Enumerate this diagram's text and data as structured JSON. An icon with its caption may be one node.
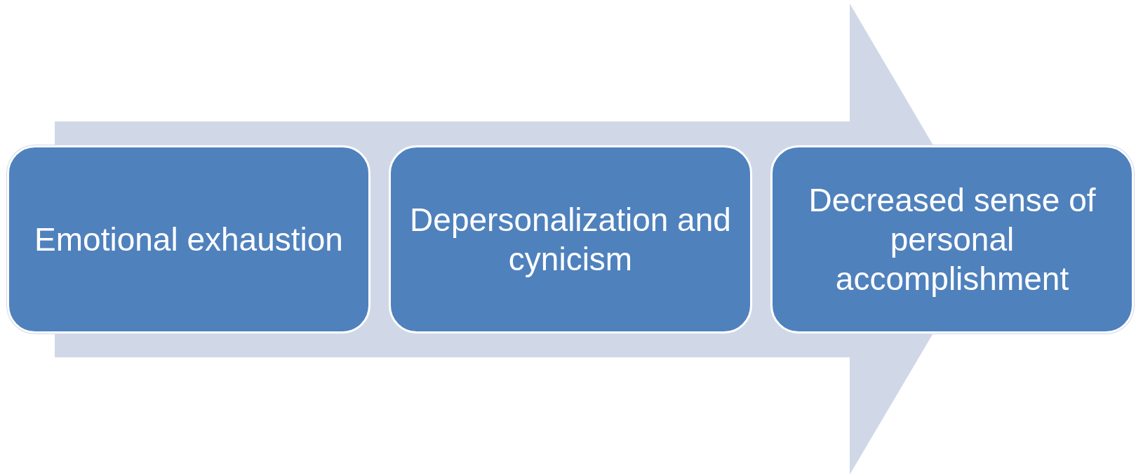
{
  "diagram": {
    "nodes": [
      {
        "text": [
          "Emotional exhaustion"
        ]
      },
      {
        "text": [
          "Depersonalization and cynicism"
        ]
      },
      {
        "text": [
          "Decreased sense of personal accomplishment"
        ]
      }
    ]
  }
}
